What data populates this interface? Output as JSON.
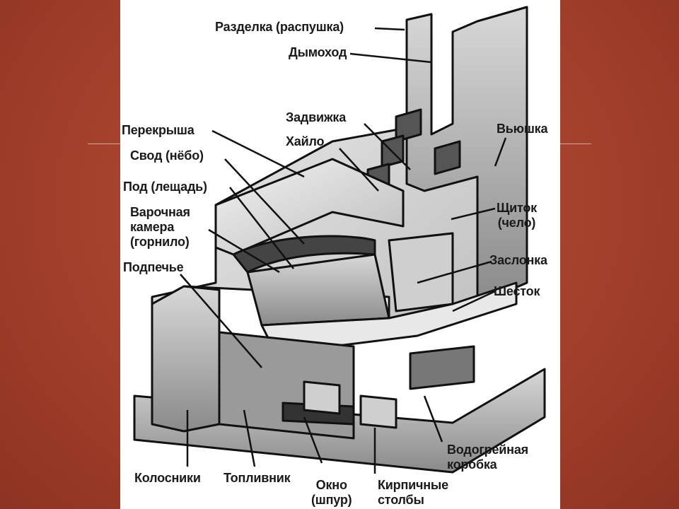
{
  "labels": {
    "razdelka": "Разделка (распушка)",
    "dymokhod": "Дымоход",
    "zadvizhka": "Задвижка",
    "khailo": "Хайло",
    "vyushka": "Вьюшка",
    "perekrysha": "Перекрыша",
    "svod": "Свод (нёбо)",
    "pod": "Под (лещадь)",
    "varochnaya": "Варочная\nкамера\n(горнило)",
    "shchitok": "Щиток\n(чело)",
    "podpeche": "Подпечье",
    "zaslonka": "Заслонка",
    "shestok": "Шесток",
    "vodogreinaya": "Водогрейная\nкоробка",
    "kolosniki": "Колосники",
    "toplivnik": "Топливник",
    "okno": "Окно\n(шпур)",
    "kirpichnye": "Кирпичные\nстолбы"
  },
  "colors": {
    "background": "#a3402c",
    "panel": "#ffffff",
    "ink": "#1a1a1a"
  }
}
